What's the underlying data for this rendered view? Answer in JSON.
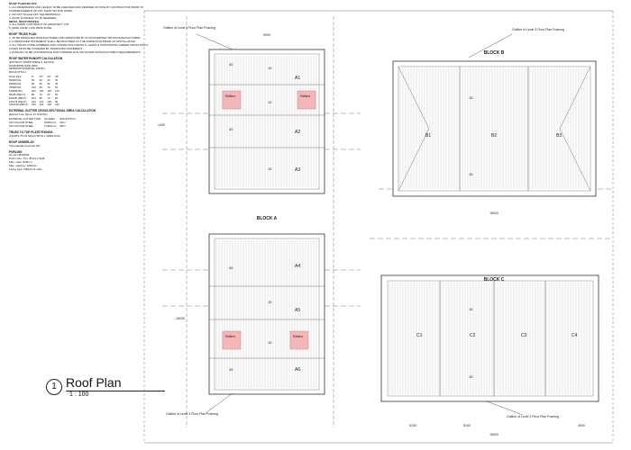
{
  "notes": {
    "roof_plan_notes": {
      "heading": "ROOF PLAN NOTES",
      "lines": [
        "1. ALL DIMENSIONS AND LEVELS TO BE CHECKED AND VERIFIED ON SITE BY CONTRACTOR PRIOR TO COMMENCEMENT OF ANY SHOP OR SITE WORK.",
        "2. DO NOT SCALE OFF THE DRAWINGS.",
        "3. ROOF FLASHING TO 25 DEGREES",
        "METAL ROOF PROFILE",
        "4. ALL WORK COPYRIGHT OF ARCHITECT LTD.",
        "5. WIND ZONE: LOW WIND ZONE"
      ]
    },
    "truss_notes": {
      "heading": "ROOF TRUSS PLAN",
      "lines": [
        "1. TO BE DESIGNED MANUFACTURED AND APPROVED BY AN ACCREDITED TRUSS MANUFACTURER.",
        "2. A PRODUCER STATEMENT SHALL BE PROVIDED TO THE INSPECTOR PRIOR TO INSTALLATION.",
        "3. ALL TRUSS CODE NUMBERS AND CONNECTION DETAILS, LEADS & SUPPORTING GIRDER TRUSS POINT LOADS MUST BE COVERED BY PRODUCER STATEMENT.",
        "4. PURLINS TO BE ACCORDANCE WITH NZS3604:2011 OR AS PER MANUFACTURE'S REQUIREMENTS."
      ]
    },
    "runoff": {
      "heading": "ROOF WATER RUNOFF CALCULATION",
      "sub": "(EXTRACT FROM TABLE 3, E1/AS1)",
      "lines": [
        "DOWNPIPE SIZE (MM)",
        "MINIMUM INTERNAL WIDTH",
        "ROOF PITCH"
      ],
      "table": [
        [
          "Down Pipe",
          "0°",
          "25°",
          "40°",
          "45°"
        ],
        [
          "50MM DIA",
          "60",
          "50",
          "40",
          "30"
        ],
        [
          "63MM DIA",
          "60",
          "60",
          "50",
          "40"
        ],
        [
          "75MM DIA",
          "100",
          "80",
          "70",
          "60"
        ],
        [
          "100MM DIA",
          "200",
          "160",
          "140",
          "120"
        ],
        [
          "65x65 (RECT)",
          "80",
          "70",
          "60",
          "50"
        ],
        [
          "100x50 (RECT)",
          "100",
          "80",
          "70",
          "60"
        ],
        [
          "100x75 (RECT)",
          "150",
          "120",
          "100",
          "90"
        ],
        [
          "100x100 (RECT)",
          "200",
          "160",
          "140",
          "120"
        ]
      ]
    },
    "gutter": {
      "heading": "EXTERNAL GUTTER CROSS-SECTIONAL AREA CALCULATION",
      "sub": "(Extract from figure 14, E1/AS1)",
      "cols": [
        "EXTERNAL GUTTER TYPE",
        "CS AREA",
        "ROOF PITCH"
      ],
      "rows": [
        [
          "100 COLOUR STEEL",
          "10000mm²",
          "60m²"
        ],
        [
          "150 COLOUR STEEL",
          "17000mm²",
          "98m²"
        ]
      ]
    },
    "fixings": {
      "heading": "TRUSS TO TOP PLATE FIXINGS:",
      "line": "2/100X3.75 FH NAILS WITH 1 WIRE DOG"
    },
    "underlay": {
      "heading": "ROOF UNDERLAY:",
      "line": "Thermakraft Covertek 407"
    },
    "purlins": {
      "heading": "PURLINS:",
      "lines": [
        "As per NZS3604",
        "Purlin size: 70 x 45 H1.2 SG8",
        "Max. span: 900mm",
        "Max. spacing: 1200mm",
        "Fixing type: 2/90x3.15 nails"
      ]
    }
  },
  "title": {
    "number": "1",
    "name": "Roof Plan",
    "scale": "1 : 100"
  },
  "callouts": {
    "top_left": "Outline of Level 3 Floor Plan Framing",
    "top_right": "Outline of Level 3 Floor Plan Framing",
    "bottom_left": "Outline of Level 3 Floor Plan Framing",
    "bottom_right": "Outline of Level 3 Floor Plan Framing"
  },
  "blocks": {
    "a_label": "BLOCK A",
    "b_label": "BLOCK B",
    "c_label": "BLOCK C",
    "a_units": [
      "A1",
      "A2",
      "A3",
      "A4",
      "A5",
      "A6"
    ],
    "b_units": [
      "B1",
      "B2",
      "B3"
    ],
    "c_units": [
      "C1",
      "C2",
      "C3",
      "C4"
    ],
    "rafters": [
      "Rafters",
      "Rafters",
      "Rafters",
      "Rafters"
    ],
    "pitch_45": "45",
    "pitch_10": "10",
    "pitch_15": "15"
  },
  "dims": {
    "top": "9900",
    "b_overall": "15920",
    "c_overall": "15920",
    "c_bottom": [
      "5100",
      "5100",
      "4000"
    ],
    "left": [
      "1400",
      "16030"
    ]
  },
  "colors": {
    "rafter_fill": "#f4b6b6",
    "line": "#555555"
  }
}
